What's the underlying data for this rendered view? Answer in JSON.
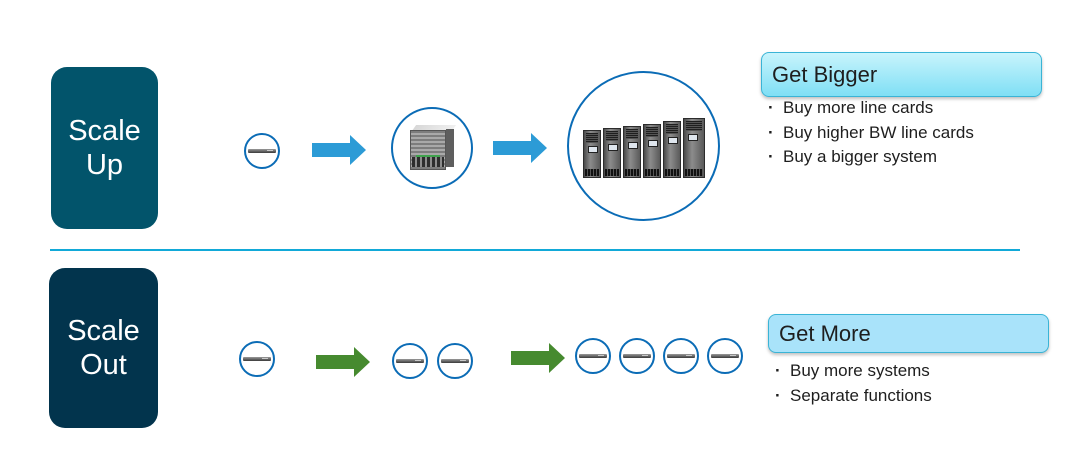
{
  "scale_up": {
    "label_line1": "Scale",
    "label_line2": "Up",
    "stages": [
      "single-switch",
      "modular-chassis",
      "multi-rack-system"
    ],
    "arrow_color": "#2c9bd6",
    "callout": {
      "title": "Get Bigger",
      "bullets": [
        "Buy more line cards",
        "Buy higher BW line cards",
        "Buy a bigger system"
      ]
    }
  },
  "scale_out": {
    "label_line1": "Scale",
    "label_line2": "Out",
    "stages": [
      1,
      2,
      4
    ],
    "arrow_color": "#468a2f",
    "callout": {
      "title": "Get More",
      "bullets": [
        "Buy more systems",
        "Separate functions"
      ]
    }
  },
  "colors": {
    "scale_up_card": "#02546b",
    "scale_out_card": "#02344d",
    "divider": "#12a9d8",
    "ring": "#0b6cb6"
  }
}
